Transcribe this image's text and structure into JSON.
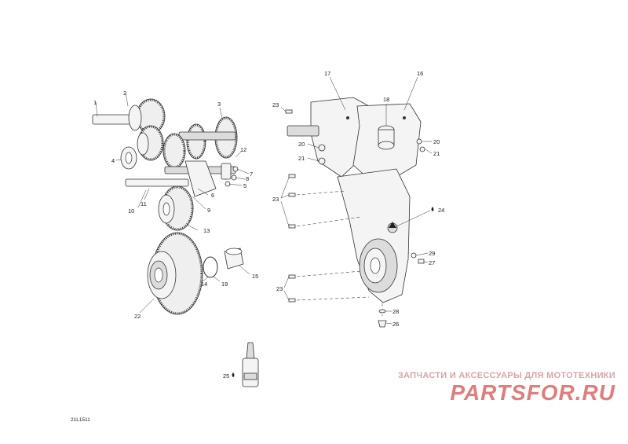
{
  "drawing_code": "21L1511",
  "watermark": {
    "tagline": "ЗАПЧАСТИ И АКСЕССУАРЫ ДЛЯ МОТОТЕХНИКИ",
    "logo_text": "PARTSFOR.RU"
  },
  "callouts": [
    "1",
    "2",
    "3",
    "4",
    "5",
    "6",
    "7",
    "8",
    "9",
    "10",
    "11",
    "12",
    "13",
    "14",
    "15",
    "16",
    "17",
    "18",
    "19",
    "20",
    "20",
    "21",
    "21",
    "22",
    "23",
    "23",
    "23",
    "24",
    "25",
    "26",
    "27",
    "28",
    "29"
  ],
  "colors": {
    "line": "#333333",
    "watermark_light": "#d9a3a3",
    "watermark_logo": "#e07d7d"
  }
}
